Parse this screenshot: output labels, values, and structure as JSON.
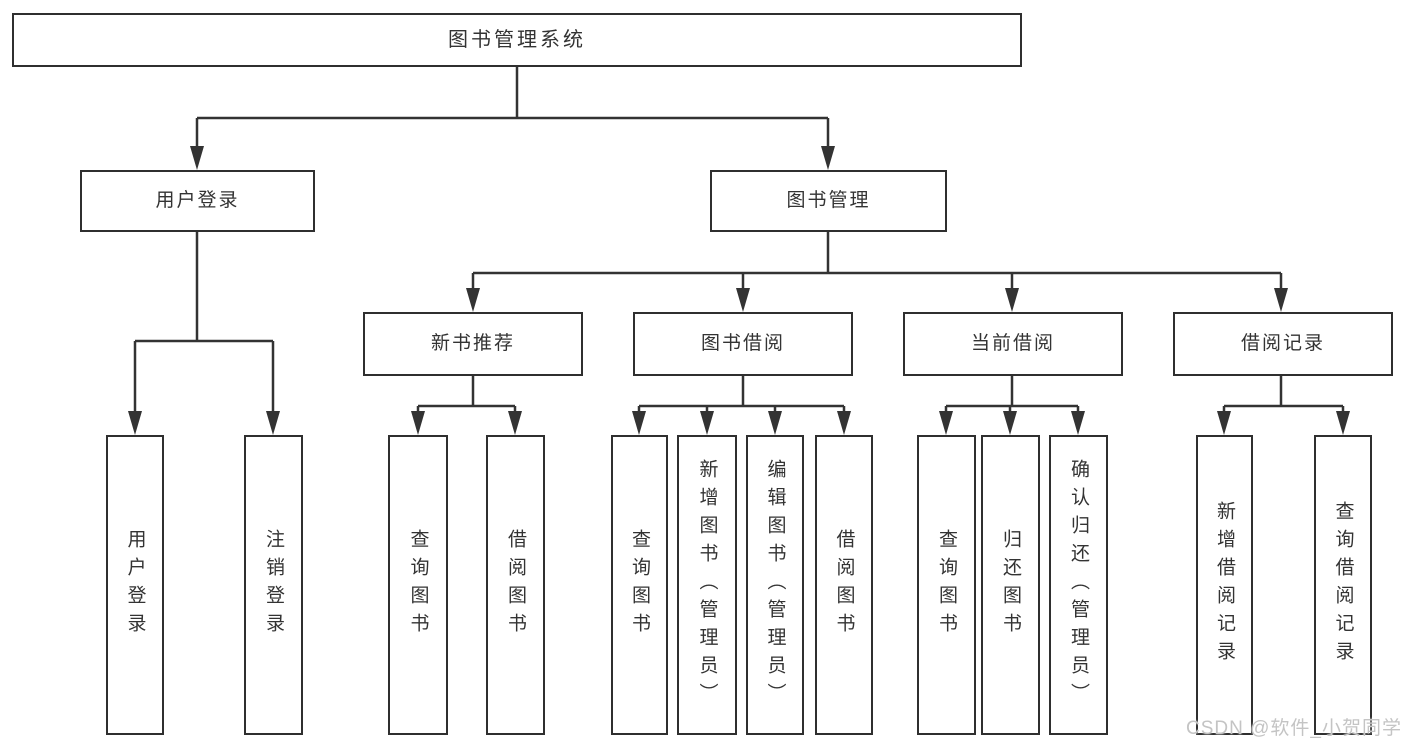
{
  "diagram_type": "hierarchy-tree",
  "colors": {
    "background": "#ffffff",
    "line": "#333333",
    "box_border": "#2f2f2f",
    "text": "#333333",
    "watermark": "#c4c4c4"
  },
  "nodes": {
    "root": {
      "label": "图书管理系统"
    },
    "user_login": {
      "label": "用户登录"
    },
    "book_mgmt": {
      "label": "图书管理"
    },
    "login": {
      "label": "用户登录"
    },
    "logout": {
      "label": "注销登录"
    },
    "new_book_rec": {
      "label": "新书推荐"
    },
    "book_borrow": {
      "label": "图书借阅"
    },
    "current_borrow": {
      "label": "当前借阅"
    },
    "borrow_records": {
      "label": "借阅记录"
    },
    "nb_query": {
      "label": "查询图书"
    },
    "nb_borrow": {
      "label": "借阅图书"
    },
    "bb_query": {
      "label": "查询图书"
    },
    "bb_add": {
      "label": "新增图书（管理员）"
    },
    "bb_edit": {
      "label": "编辑图书（管理员）"
    },
    "bb_borrow": {
      "label": "借阅图书"
    },
    "cb_query": {
      "label": "查询图书"
    },
    "cb_return": {
      "label": "归还图书"
    },
    "cb_confirm": {
      "label": "确认归还（管理员）"
    },
    "br_add": {
      "label": "新增借阅记录"
    },
    "br_query": {
      "label": "查询借阅记录"
    }
  },
  "watermark": "CSDN @软件_小贺同学",
  "hierarchy": {
    "图书管理系统": {
      "用户登录": [
        "用户登录",
        "注销登录"
      ],
      "图书管理": {
        "新书推荐": [
          "查询图书",
          "借阅图书"
        ],
        "图书借阅": [
          "查询图书",
          "新增图书（管理员）",
          "编辑图书（管理员）",
          "借阅图书"
        ],
        "当前借阅": [
          "查询图书",
          "归还图书",
          "确认归还（管理员）"
        ],
        "借阅记录": [
          "新增借阅记录",
          "查询借阅记录"
        ]
      }
    }
  }
}
